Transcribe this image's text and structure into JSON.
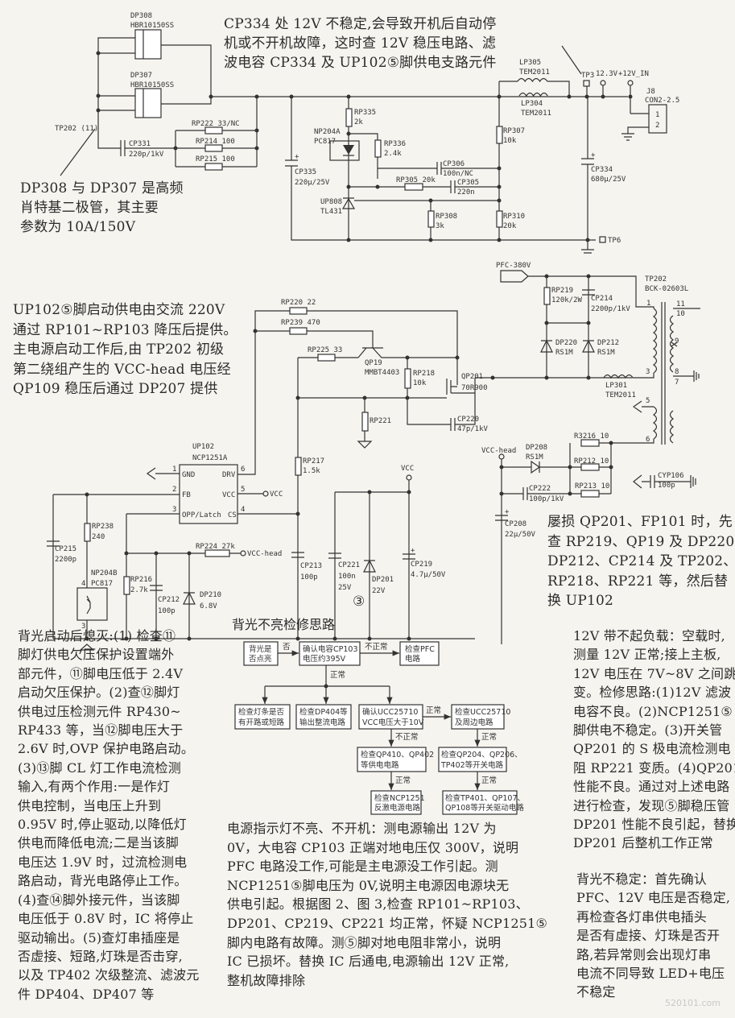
{
  "notes": {
    "cp334": [
      "CP334 处 12V 不稳定,会导致开机后自动停",
      "机或不开机故障，这时查 12V 稳压电路、滤",
      "波电容 CP334 及 UP102⑤脚供电支路元件"
    ],
    "dp308": [
      "DP308 与 DP307 是高频",
      "肖特基二极管，其主要",
      "参数为 10A/150V"
    ],
    "up102": [
      "UP102⑤脚启动供电由交流 220V",
      "通过 RP101~RP103 降压后提供。",
      "主电源启动工作后,由 TP202 初级",
      "第二绕组产生的 VCC-head 电压经",
      "QP109 稳压后通过 DP207 提供"
    ],
    "damaged": [
      "屡损 QP201、FP101 时，先",
      "查 RP219、QP19 及 DP220、",
      "DP212、CP214  及  TP202、",
      "RP218、RP221 等，然后替",
      "换 UP102"
    ],
    "backlight_off": [
      "背光启动后熄灭:(1) 检查⑪",
      "脚灯供电欠压保护设置端外",
      "部元件，⑪脚电压低于 2.4V",
      "启动欠压保护。(2)查⑫脚灯",
      "供电过压检测元件 RP430~",
      "RP433 等，当⑫脚电压大于",
      "2.6V 时,OVP 保护电路启动。",
      "(3)⑬脚 CL 灯工作电流检测",
      "输入,有两个作用:一是作灯",
      "供电控制，当电压上升到",
      "0.95V 时,停止驱动,以降低灯",
      "供电而降低电流;二是当该脚",
      "电压达 1.9V 时，过流检测电",
      "路启动，背光电路停止工作。",
      "(4)查⑭脚外接元件，当该脚",
      "电压低于 0.8V 时，IC 将停止",
      "驱动输出。(5)查灯串插座是",
      "否虚接、短路,灯珠是否击穿,",
      "以及 TP402 次级整流、滤波元",
      "件 DP404、DP407 等"
    ],
    "power_led": [
      "电源指示灯不亮、不开机：测电源输出 12V 为",
      "0V，大电容 CP103 正端对地电压仅 300V，说明",
      "PFC 电路没工作,可能是主电源没工作引起。测",
      "NCP1251⑤脚电压为 0V,说明主电源因电源块无",
      "供电引起。根据图 2、图 3,检查 RP101~RP103、",
      "DP201、CP219、CP221 均正常，怀疑 NCP1251⑤",
      "脚内电路有故障。测⑤脚对地电阻非常小，说明",
      "IC 已损坏。替换 IC 后通电,电源输出 12V 正常,",
      "整机故障排除"
    ],
    "load_12v": [
      "12V 带不起负载：空载时,",
      "测量 12V 正常;接上主板,",
      "12V 电压在 7V~8V 之间跳",
      "变。检修思路:(1)12V 滤波",
      "电容不良。(2)NCP1251⑤",
      "脚供电不稳定。(3)开关管",
      "QP201 的 S 极电流检测电",
      "阻 RP221 变质。(4)QP201",
      "性能不良。通过对上述电路",
      "进行检查，发现⑤脚稳压管",
      "DP201 性能不良引起，替换",
      "DP201 后整机工作正常"
    ],
    "unstable": [
      "背光不稳定：首先确认",
      "PFC、12V 电压是否稳定,",
      "再检查各灯串供电插头",
      "是否有虚接、灯珠是否开",
      "路,若异常则会出现灯串",
      "电流不同导致 LED+电压",
      "不稳定"
    ]
  },
  "figure_number": "③",
  "schematic_top": {
    "dp308": "DP308",
    "dp308_part": "HBR10150SS",
    "dp307": "DP307",
    "dp307_part": "HBR10150SS",
    "tp202_11": "TP202 (11)",
    "cp331": "CP331",
    "cp331_v": "220p/1kV",
    "rp222": "RP222  33/NC",
    "rp214": "RP214  100",
    "rp215": "RP215  100",
    "rp335": "RP335",
    "rp335_v": "2k",
    "np204a": "NP204A",
    "np204a_part": "PC817",
    "rp336": "RP336",
    "rp336_v": "2.4k",
    "cp306": "CP306",
    "cp306_v": "100n/NC",
    "rp305": "RP305  20k",
    "cp305": "CP305",
    "cp305_v": "220n",
    "up808": "UP808",
    "up808_part": "TL431",
    "rp308": "RP308",
    "rp308_v": "3k",
    "rp310": "RP310",
    "rp310_v": "20k",
    "rp307": "RP307",
    "rp307_v": "10k",
    "cp335": "CP335",
    "cp335_v": "220μ/25V",
    "lp305": "LP305",
    "lp305_part": "TEM2011",
    "lp304": "LP304",
    "lp304_part": "TEM2011",
    "tp3": "TP3",
    "v123": "12.3V",
    "v12in": "+12V_IN",
    "j8": "J8",
    "j8_part": "CON2-2.5",
    "j8_pin1": "1",
    "j8_pin2": "2",
    "cp334": "CP334",
    "cp334_v": "680μ/25V",
    "tp6": "TP6"
  },
  "schematic_mid": {
    "rp220": "RP220  22",
    "rp239": "RP239  470",
    "rp225": "RP225  33",
    "qp19": "QP19",
    "qp19_part": "MMBT4403",
    "rp218": "RP218",
    "rp218_v": "10k",
    "qp201": "QP201",
    "qp201_part": "70R900",
    "rp221": "RP221",
    "cp220": "CP220",
    "cp220_v": "47p/1kV",
    "up102": "UP102",
    "up102_part": "NCP1251A",
    "pin_gnd": "GND",
    "pin_drv": "DRV",
    "pin_fb": "FB",
    "pin_vcc": "VCC",
    "pin_opp": "OPP/Latch",
    "pin_cs": "CS",
    "n1": "1",
    "n2": "2",
    "n3": "3",
    "n4": "4",
    "n5": "5",
    "n6": "6",
    "vcc_out": "VCC",
    "rp217": "RP217",
    "rp217_v": "1.5k",
    "vcc": "VCC",
    "rp238": "RP238",
    "rp238_v": "240",
    "cp215": "CP215",
    "cp215_v": "2200p",
    "rp224": "RP224  27k",
    "vcc_head": "VCC-head",
    "np204b": "NP204B",
    "np204b_part": "PC817",
    "opto_4": "4",
    "opto_3": "3",
    "rp216": "RP216",
    "rp216_v": "2.7k",
    "cp212": "CP212",
    "cp212_v": "100p",
    "dp210": "DP210",
    "dp210_v": "6.8V",
    "cp213": "CP213",
    "cp213_v": "100p",
    "cp221": "CP221",
    "cp221_v": "100n",
    "cp221_v2": "25V",
    "dp201": "DP201",
    "dp201_v": "22V",
    "cp219": "CP219",
    "cp219_v": "4.7μ/50V"
  },
  "schematic_right": {
    "pfc": "PFC-380V",
    "rp219": "RP219",
    "rp219_v": "120k/2W",
    "cp214": "CP214",
    "cp214_v": "2200p/1kV",
    "tp202": "TP202",
    "tp202_part": "BCK-02603L",
    "dp220": "DP220",
    "dp220_v": "RS1M",
    "dp212": "DP212",
    "dp212_v": "RS1M",
    "lp301": "LP301",
    "lp301_part": "TEM2011",
    "w1": "1",
    "w11": "11",
    "w10": "10",
    "w9": "9",
    "w8": "8",
    "w7": "7",
    "w3": "3",
    "w5": "5",
    "w6": "6",
    "r3216": "R3216  10",
    "vcc_head": "VCC-head",
    "dp208": "DP208",
    "dp208_v": "RS1M",
    "rp212": "RP212  10",
    "rp213": "RP213  10",
    "cp222": "CP222",
    "cp222_v": "100p/1kV",
    "cyp106": "CYP106",
    "cyp106_v": "100p",
    "cp208": "CP208",
    "cp208_v": "22μ/50V"
  },
  "flowchart": {
    "title": "背光不亮检修思路",
    "a": [
      "背光是",
      "否点亮"
    ],
    "no": "否",
    "b": [
      "确认电容CP103",
      "电压约395V"
    ],
    "abnormal1": "不正常",
    "c": [
      "检查PFC",
      "电路"
    ],
    "normal1": "正常",
    "d": [
      "检查灯条是否",
      "有开路或短路"
    ],
    "e": [
      "检查DP404等",
      "输出整流电路"
    ],
    "f": [
      "确认UCC25710",
      "VCC电压大于10V"
    ],
    "normal2": "正常",
    "g": [
      "检查UCC25710",
      "及周边电路"
    ],
    "abnormal2": "不正常",
    "normal3": "正常",
    "h": [
      "检查QP410、QP402",
      "等供电电路"
    ],
    "i": [
      "检查QP204、QP206、",
      "TP402等开关电路"
    ],
    "normal4": "正常",
    "normal5": "正常",
    "j": [
      "检查NCP1251",
      "反激电源电路"
    ],
    "k": [
      "检查TP401、QP107、",
      "QP108等开关驱动电路"
    ]
  },
  "watermark": "520101.com"
}
